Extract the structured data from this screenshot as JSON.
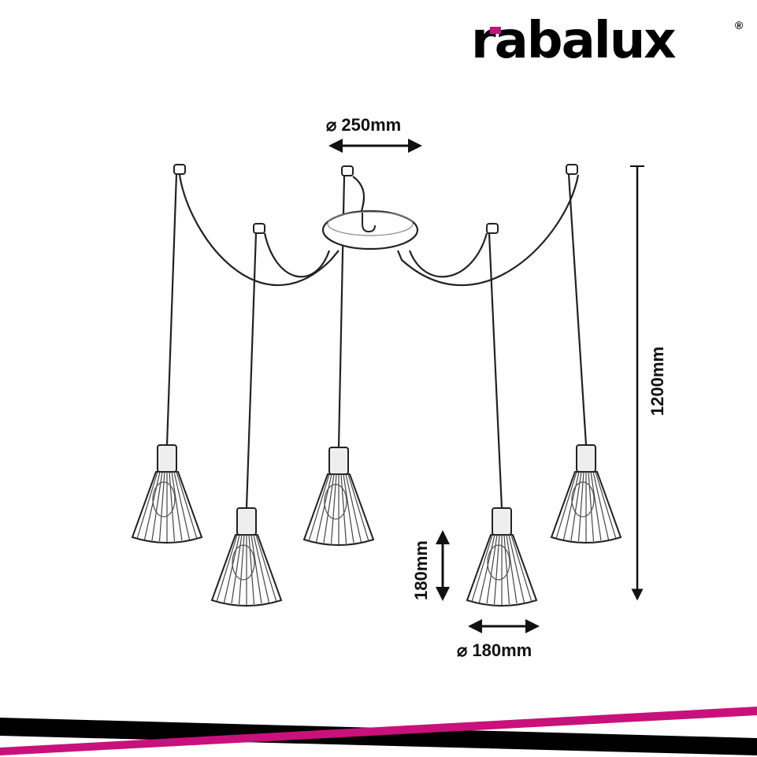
{
  "brand": {
    "logo_text": "rabalux",
    "registered_mark": "®",
    "accent_color": "#c8117b"
  },
  "dimensions": {
    "canopy_diameter": "⌀ 250mm",
    "total_height": "1200mm",
    "shade_height": "180mm",
    "shade_diameter": "⌀ 180mm"
  },
  "pendant_count": 5
}
